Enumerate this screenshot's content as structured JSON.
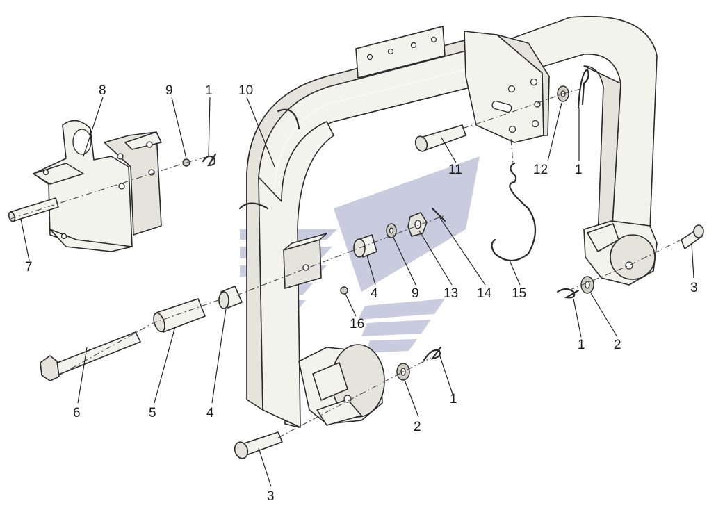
{
  "callouts": [
    {
      "id": "c8",
      "label": "8"
    },
    {
      "id": "c9a",
      "label": "9"
    },
    {
      "id": "c1a",
      "label": "1"
    },
    {
      "id": "c10",
      "label": "10"
    },
    {
      "id": "c7",
      "label": "7"
    },
    {
      "id": "c11",
      "label": "11"
    },
    {
      "id": "c12",
      "label": "12"
    },
    {
      "id": "c1b",
      "label": "1"
    },
    {
      "id": "c4a",
      "label": "4"
    },
    {
      "id": "c9b",
      "label": "9"
    },
    {
      "id": "c13",
      "label": "13"
    },
    {
      "id": "c14",
      "label": "14"
    },
    {
      "id": "c15",
      "label": "15"
    },
    {
      "id": "c16",
      "label": "16"
    },
    {
      "id": "c3a",
      "label": "3"
    },
    {
      "id": "c1c",
      "label": "1"
    },
    {
      "id": "c2a",
      "label": "2"
    },
    {
      "id": "c6",
      "label": "6"
    },
    {
      "id": "c5",
      "label": "5"
    },
    {
      "id": "c4b",
      "label": "4"
    },
    {
      "id": "c1d",
      "label": "1"
    },
    {
      "id": "c2b",
      "label": "2"
    },
    {
      "id": "c3b",
      "label": "3"
    }
  ],
  "watermark_color": "#9da3c2",
  "line_color": "#2a2a2a"
}
